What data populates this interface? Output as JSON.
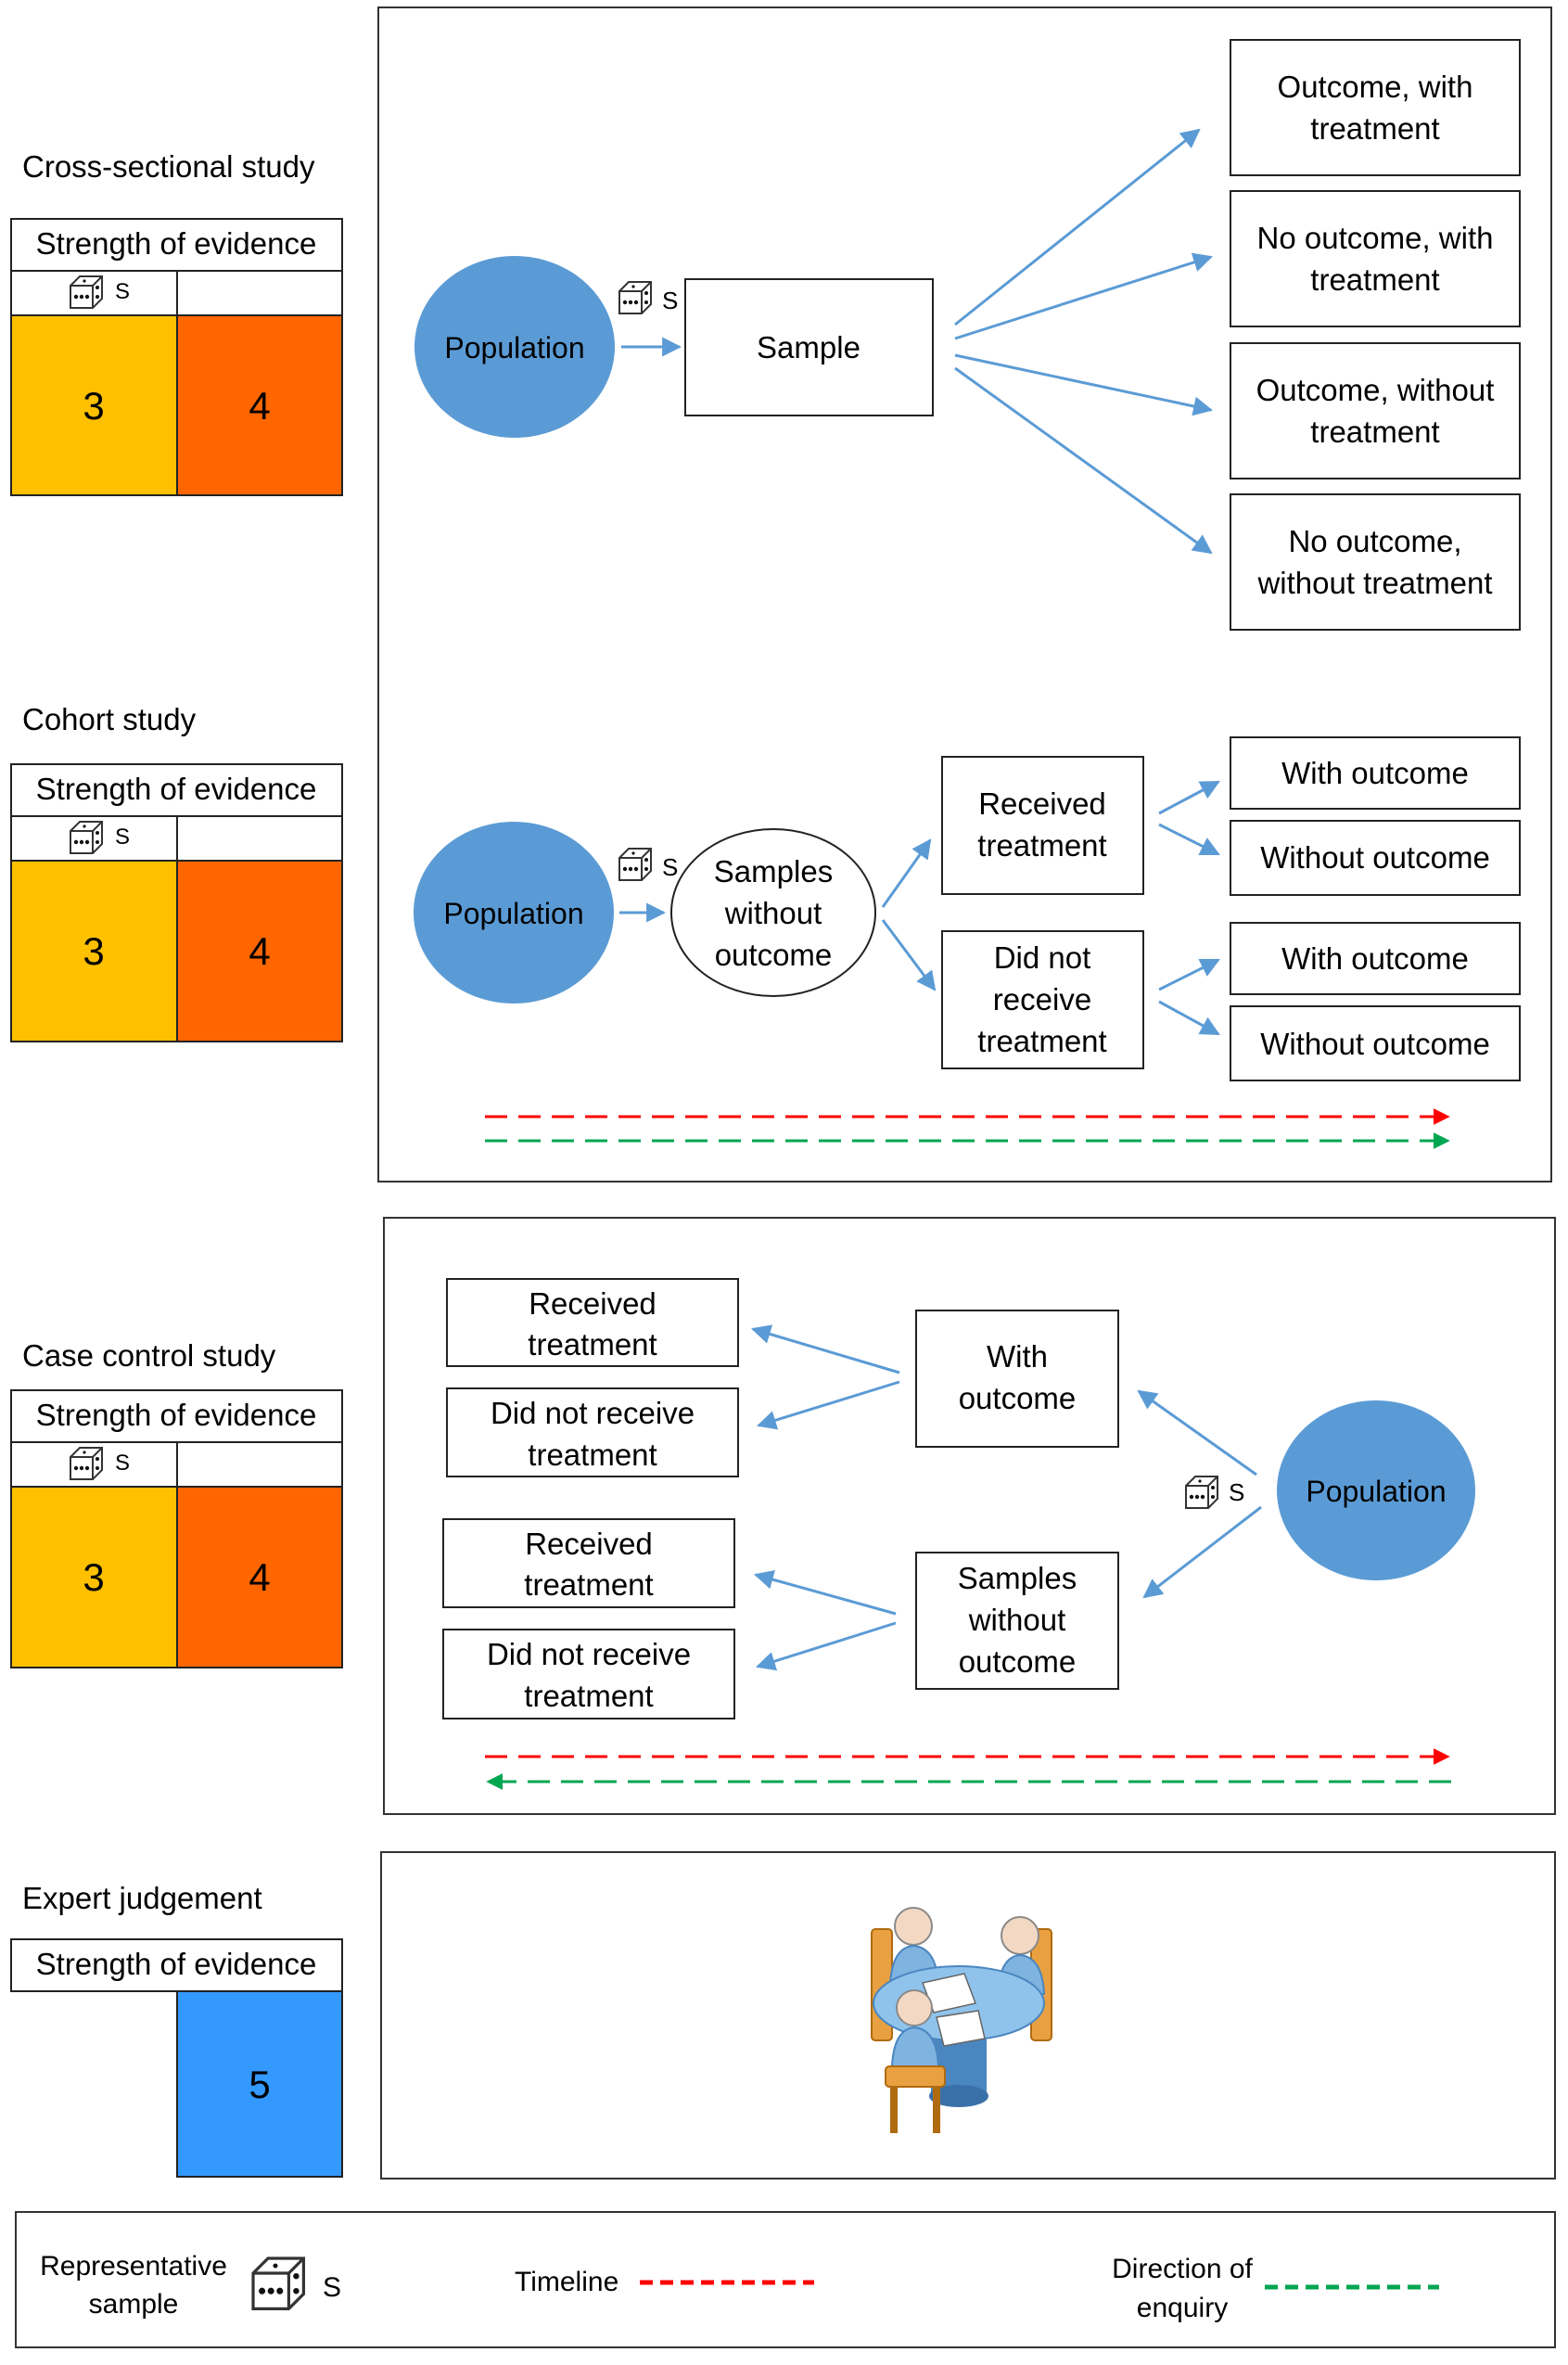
{
  "sections": {
    "cross_sectional": {
      "title": "Cross-sectional study",
      "strength_label": "Strength of evidence",
      "levels": [
        "3",
        "4"
      ],
      "population": "Population",
      "sample": "Sample",
      "outcomes": [
        [
          "Outcome, with",
          "treatment"
        ],
        [
          "No outcome, with",
          "treatment"
        ],
        [
          "Outcome, without",
          "treatment"
        ],
        [
          "No outcome,",
          "without treatment"
        ]
      ]
    },
    "cohort": {
      "title": "Cohort study",
      "strength_label": "Strength of evidence",
      "levels": [
        "3",
        "4"
      ],
      "population": "Population",
      "samples": [
        "Samples",
        "without",
        "outcome"
      ],
      "received": [
        "Received",
        "treatment"
      ],
      "not_received": [
        "Did not",
        "receive",
        "treatment"
      ],
      "with_outcome": "With outcome",
      "without_outcome": "Without outcome"
    },
    "case_control": {
      "title": "Case control study",
      "strength_label": "Strength of evidence",
      "levels": [
        "3",
        "4"
      ],
      "population": "Population",
      "with_outcome": [
        "With",
        "outcome"
      ],
      "samples": [
        "Samples",
        "without",
        "outcome"
      ],
      "received": [
        "Received",
        "treatment"
      ],
      "not_received": [
        "Did not receive",
        "treatment"
      ]
    },
    "expert": {
      "title": "Expert judgement",
      "strength_label": "Strength of evidence",
      "level": "5"
    }
  },
  "legend": {
    "representative_sample": [
      "Representative",
      "sample"
    ],
    "timeline": "Timeline",
    "direction": [
      "Direction of",
      "enquiry"
    ]
  },
  "sample_marker": "S",
  "colors": {
    "level3": "#FFC000",
    "level4": "#FF6600",
    "level5": "#3399FF",
    "population": "#5B9BD5",
    "arrow": "#5B9BD5",
    "timeline": "#FF0000",
    "enquiry": "#00A651"
  }
}
